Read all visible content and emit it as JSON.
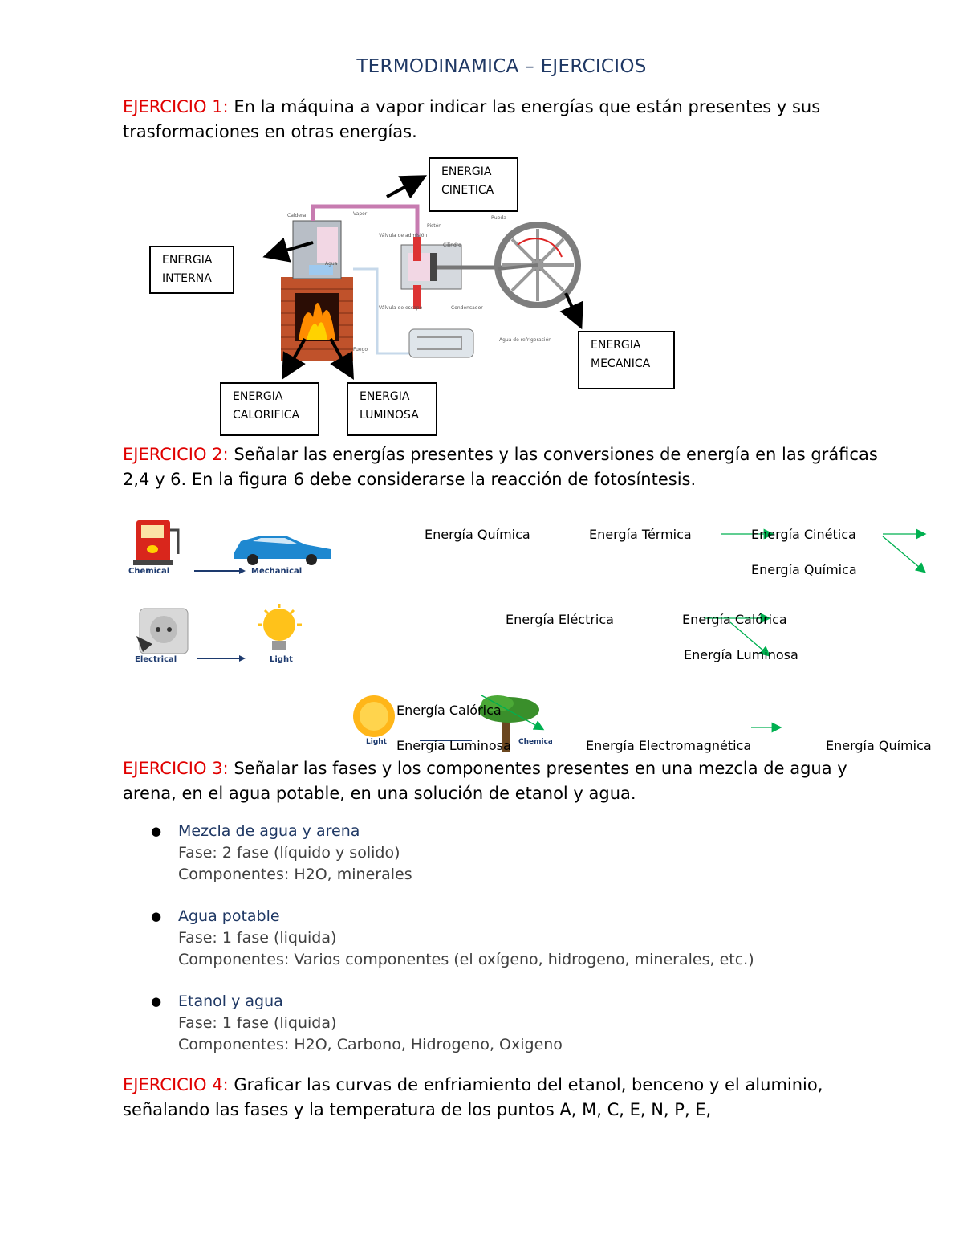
{
  "title": "TERMODINAMICA – EJERCICIOS",
  "ex1": {
    "label": "EJERCICIO 1:",
    "text": " En la máquina a vapor indicar las energías que están presentes y sus trasformaciones en otras energías."
  },
  "steam_engine": {
    "boxes": {
      "cinetica": [
        "ENERGIA",
        "CINETICA"
      ],
      "interna": [
        "ENERGIA",
        "INTERNA"
      ],
      "mecanica": [
        "ENERGIA",
        "MECANICA"
      ],
      "calorifica": [
        "ENERGIA",
        "CALORIFICA"
      ],
      "luminosa": [
        "ENERGIA",
        "LUMINOSA"
      ]
    },
    "labels": {
      "caldera": "Caldera",
      "vapor": "Vapor",
      "piston": "Pistón",
      "rueda": "Rueda",
      "cilindro": "Cilindro",
      "valvula_admision": "Válvula de admisión",
      "valvula_escape": "Válvula de escape",
      "agua": "Agua",
      "condensador": "Condensador",
      "agua_refrigeracion": "Agua de refrigeración",
      "fuego": "Fuego"
    }
  },
  "ex2": {
    "label": "EJERCICIO 2:",
    "text": " Señalar las energías presentes y las conversiones de energía en las gráficas 2,4 y 6. En la figura 6 debe considerarse la reacción de fotosíntesis.",
    "fig_labels": {
      "chemical": "Chemical",
      "mechanical": "Mechanical",
      "electrical": "Electrical",
      "light1": "Light",
      "light2": "Light",
      "chemical2": "Chemical"
    },
    "row1": [
      "Energía Química",
      "Energía Térmica",
      "Energía Cinética",
      "Energía Química"
    ],
    "row2": [
      "Energía Eléctrica",
      "Energía Calórica",
      "Energía Luminosa"
    ],
    "row3": [
      "Energía Calórica",
      "Energía Luminosa",
      "Energía Electromagnética",
      "Energía Química"
    ],
    "arrow_color": "#00b050"
  },
  "ex3": {
    "label": "EJERCICIO 3:",
    "text": "  Señalar las fases y los componentes presentes en una mezcla de agua y arena, en el agua potable, en una solución de etanol y agua.",
    "items": [
      {
        "title": "Mezcla de agua y arena",
        "fase": "Fase: 2 fase (líquido y solido)",
        "comp": "Componentes:  H2O, minerales"
      },
      {
        "title": "Agua potable",
        "fase": "Fase: 1 fase (liquida)",
        "comp": "Componentes: Varios componentes (el oxígeno, hidrogeno, minerales, etc.)"
      },
      {
        "title": "Etanol y agua",
        "fase": "Fase: 1 fase (liquida)",
        "comp": "Componentes:  H2O, Carbono, Hidrogeno, Oxigeno"
      }
    ]
  },
  "ex4": {
    "label": "EJERCICIO 4:",
    "text": "  Graficar las curvas de enfriamiento del etanol, benceno y el aluminio, señalando las fases y la temperatura de los puntos A, M, C, E, N, P, E,"
  },
  "colors": {
    "red": "#e00000",
    "title_blue": "#1f3864",
    "green_arrow": "#00b050"
  }
}
